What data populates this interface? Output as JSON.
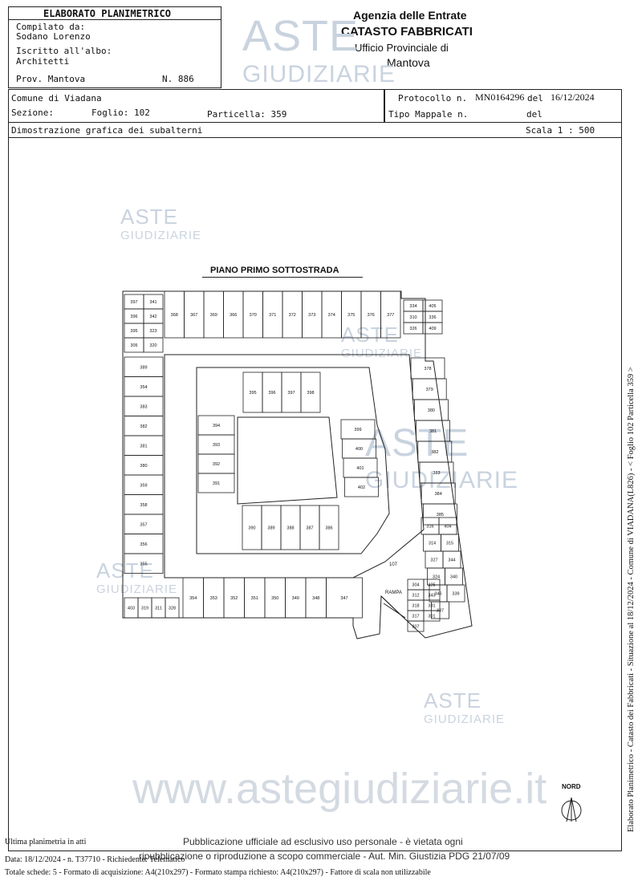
{
  "header": {
    "elaborato_title": "ELABORATO PLANIMETRICO",
    "compilato_label": "Compilato da:",
    "compilato_name": "Sodano Lorenzo",
    "iscritto_label": "Iscritto all'albo:",
    "iscritto_value": "Architetti",
    "prov_label": "Prov. Mantova",
    "numero": "N. 886",
    "agency_line1": "Agenzia delle Entrate",
    "agency_line2": "CATASTO FABBRICATI",
    "agency_line3": "Ufficio Provinciale di",
    "agency_line4": "Mantova"
  },
  "info": {
    "comune": "Comune di Viadana",
    "protocollo_label": "Protocollo n.",
    "protocollo_value": "MN0164296",
    "del_label": "del",
    "del_value": "16/12/2024",
    "sezione": "Sezione:",
    "foglio": "Foglio: 102",
    "particella": "Particella: 359",
    "tipo_mappale": "Tipo Mappale n.",
    "del2": "del",
    "dimostrazione": "Dimostrazione grafica dei subalterni",
    "scala": "Scala 1 : 500"
  },
  "plan": {
    "title": "PIANO PRIMO SOTTOSTRADA",
    "north_label": "NORD",
    "top_row": [
      "368",
      "367",
      "369",
      "366",
      "370",
      "371",
      "372",
      "373",
      "374",
      "375",
      "376",
      "377"
    ],
    "top_left_block": [
      "397",
      "341",
      "396",
      "342",
      "395",
      "323",
      "305",
      "320"
    ],
    "top_right_block": [
      "334",
      "405",
      "310",
      "336",
      "326",
      "409"
    ],
    "left_col": [
      "389",
      "354",
      "383",
      "382",
      "381",
      "380",
      "359",
      "358",
      "357",
      "356",
      "355"
    ],
    "right_col": [
      "378",
      "379",
      "380",
      "381",
      "382",
      "383",
      "384",
      "385"
    ],
    "inner_top": [
      "395",
      "396",
      "397",
      "398"
    ],
    "inner_left": [
      "394",
      "393",
      "392",
      "391"
    ],
    "inner_right": [
      "399",
      "400",
      "401",
      "402"
    ],
    "inner_bottom": [
      "390",
      "389",
      "388",
      "387",
      "386"
    ],
    "bottom_row": [
      "354",
      "353",
      "352",
      "351",
      "350",
      "349",
      "348",
      "347"
    ],
    "bottom_left_small": [
      "403",
      "319",
      "311",
      "328"
    ],
    "right_lower": [
      "316",
      "404",
      "314",
      "315",
      "327",
      "344",
      "324",
      "340",
      "346",
      "339",
      "337"
    ],
    "lower_right_labels": [
      "304",
      "325",
      "312",
      "343",
      "318",
      "331",
      "317",
      "301",
      "307"
    ],
    "rampa": "RAMPA",
    "court_label": "107"
  },
  "watermarks": {
    "aste": "ASTE",
    "giudiziarie": "GIUDIZIARIE",
    "url": "www.astegiudiziarie.it"
  },
  "footer": {
    "ultima": "Ultima planimetria in atti",
    "pubblicazione1": "Pubblicazione ufficiale ad esclusivo uso personale - è vietata ogni",
    "pubblicazione2": "ripubblicazione o riproduzione a scopo commerciale - Aut. Min. Giustizia PDG 21/07/09",
    "data_line": "Data: 18/12/2024 - n. T37710 - Richiedente: Telematico",
    "totale_line": "Totale schede: 5 - Formato di acquisizione: A4(210x297)  - Formato stampa richiesto: A4(210x297) - Fattore di scala non utilizzabile",
    "vertical": "Elaborato Planimetrico - Catasto dei Fabbricati - Situazione al 18/12/2024 - Comune di VIADANA(L826) - < Foglio 102 Particella 359 >"
  },
  "colors": {
    "watermark": "#c9d3df",
    "line": "#222222"
  }
}
